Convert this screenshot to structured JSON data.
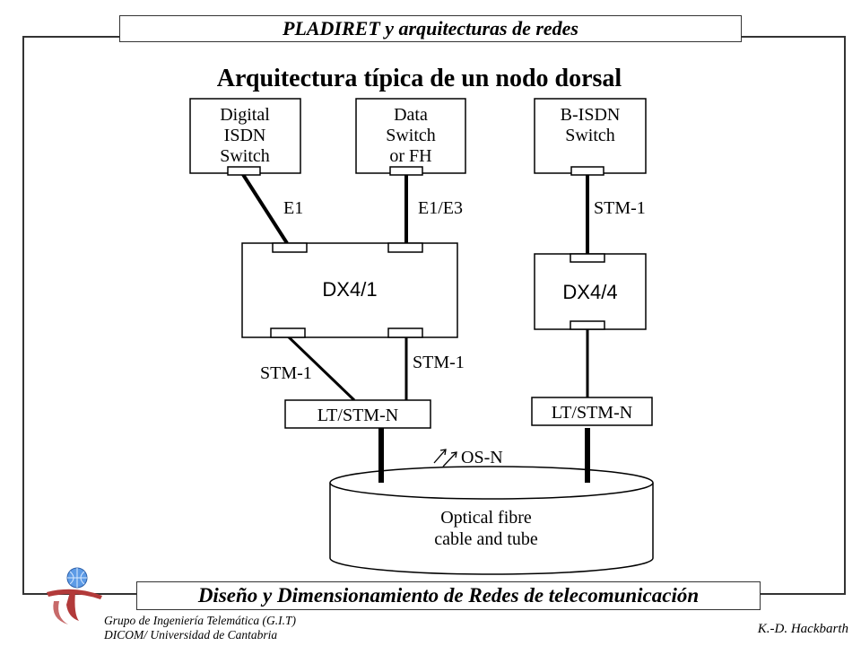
{
  "header": {
    "title": "PLADIRET y arquitecturas de redes"
  },
  "main": {
    "title": "Arquitectura típica de un nodo dorsal"
  },
  "diagram": {
    "switches": [
      {
        "lines": [
          "Digital",
          "ISDN",
          "Switch"
        ]
      },
      {
        "lines": [
          "Data",
          "Switch",
          "or FH"
        ]
      },
      {
        "lines": [
          "B-ISDN",
          "Switch"
        ]
      }
    ],
    "links": {
      "e1": "E1",
      "e1e3": "E1/E3",
      "stm1_top": "STM-1",
      "stm1_left": "STM-1",
      "stm1_right": "STM-1"
    },
    "cross_connects": {
      "dx41": "DX4/1",
      "dx44": "DX4/4"
    },
    "line_terminals": {
      "lt_left": "LT/STM-N",
      "lt_right": "LT/STM-N"
    },
    "os": "OS-N",
    "fibre": [
      "Optical fibre",
      "cable and tube"
    ]
  },
  "footer": {
    "subtitle": "Diseño y Dimensionamiento de Redes de telecomunicación",
    "org_line1": "Grupo de Ingeniería Telemática (G.I.T)",
    "org_line2": "DICOM/ Universidad de Cantabria",
    "author": "K.-D. Hackbarth"
  },
  "colors": {
    "logo_red": "#b23a3a",
    "logo_blue": "#3d7fd1",
    "line": "#000000"
  }
}
